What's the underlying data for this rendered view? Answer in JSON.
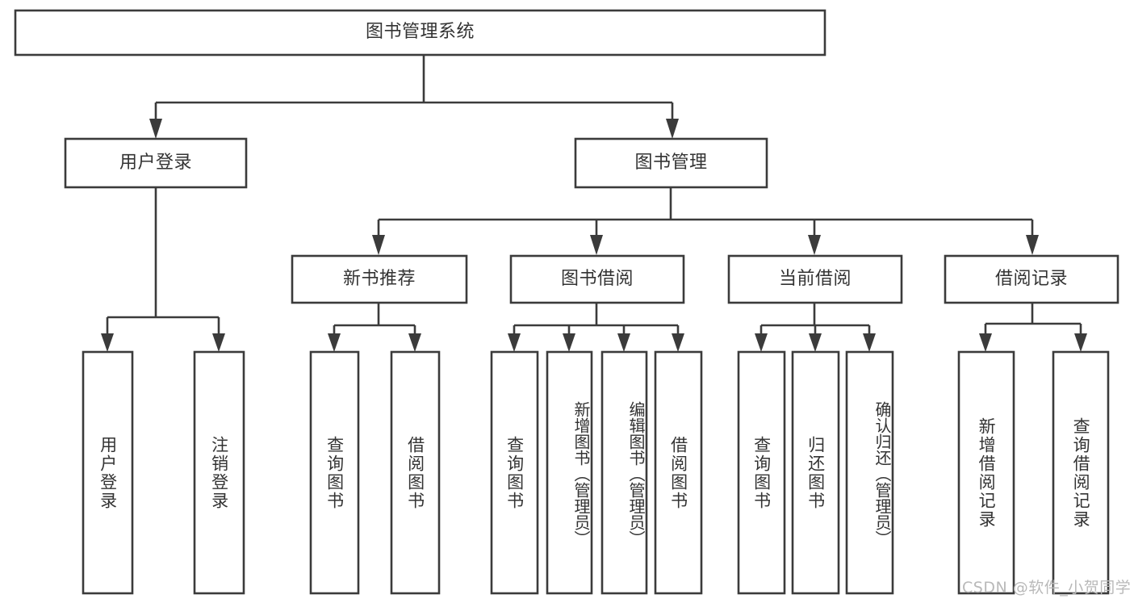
{
  "diagram": {
    "type": "tree",
    "title": "图书管理系统",
    "orientation": "top-down",
    "colors": {
      "box_fill": "#ffffff",
      "box_stroke": "#3b3b3b",
      "text": "#333333",
      "background": "#ffffff",
      "watermark": "#b9b9b9"
    },
    "root": {
      "label": "图书管理系统"
    },
    "level2": [
      {
        "label": "用户登录"
      },
      {
        "label": "图书管理"
      }
    ],
    "level3": [
      {
        "label": "新书推荐"
      },
      {
        "label": "图书借阅"
      },
      {
        "label": "当前借阅"
      },
      {
        "label": "借阅记录"
      }
    ],
    "leaves": {
      "user_login": [
        {
          "label": "用户登录"
        },
        {
          "label": "注销登录"
        }
      ],
      "new_book_recommend": [
        {
          "label": "查询图书"
        },
        {
          "label": "借阅图书"
        }
      ],
      "book_borrow": [
        {
          "label": "查询图书"
        },
        {
          "label": "新增图书（管理员）"
        },
        {
          "label": "编辑图书（管理员）"
        },
        {
          "label": "借阅图书"
        }
      ],
      "current_borrow": [
        {
          "label": "查询图书"
        },
        {
          "label": "归还图书"
        },
        {
          "label": "确认归还（管理员）"
        }
      ],
      "borrow_record": [
        {
          "label": "新增借阅记录"
        },
        {
          "label": "查询借阅记录"
        }
      ]
    }
  },
  "watermark": {
    "text": "CSDN @软件_小贺同学"
  }
}
